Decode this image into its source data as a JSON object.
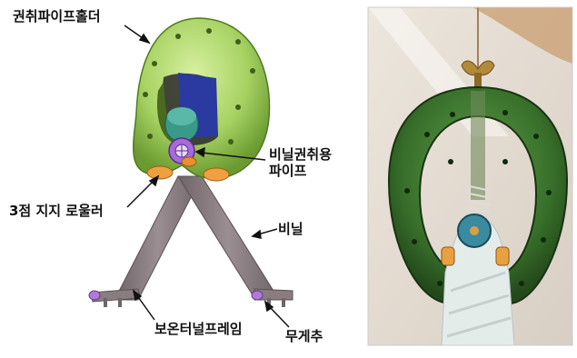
{
  "labels": {
    "holder": "권취파이프홀더",
    "pipe_line1": "비닐권취용",
    "pipe_line2": "파이프",
    "roller": "3점 지지 로울러",
    "vinyl": "비닐",
    "frame": "보온터널프레임",
    "weight": "무게추"
  },
  "colors": {
    "shell_green": "#9fd05a",
    "shell_dark": "#5f8f2a",
    "frame_gray": "#8a7d80",
    "roller_orange": "#f0a040",
    "pipe_purple": "#9a5ad0",
    "core_teal": "#3a9a8a",
    "core_blue": "#2a3aa0"
  }
}
